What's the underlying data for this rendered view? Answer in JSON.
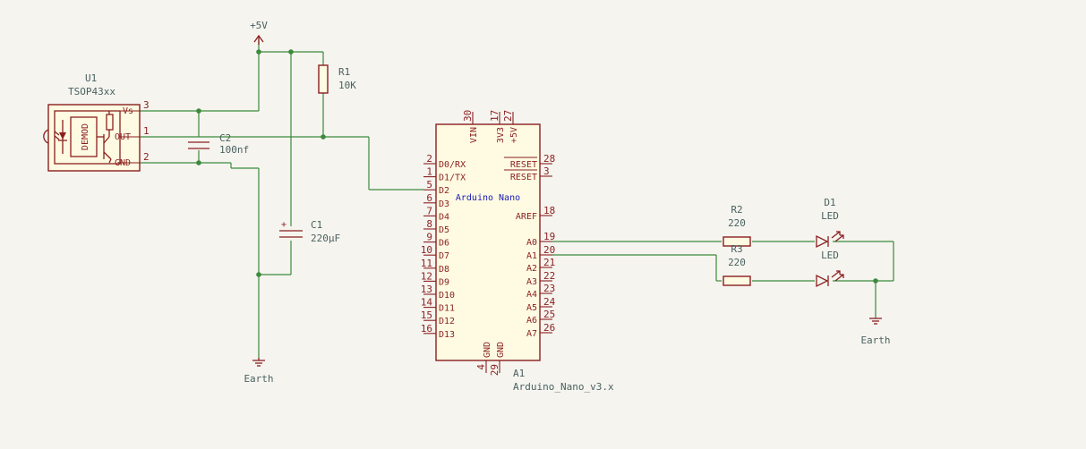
{
  "power": {
    "vcc_label": "+5V",
    "ground_left_label": "Earth",
    "ground_right_label": "Earth"
  },
  "u1": {
    "ref": "U1",
    "value": "TSOP43xx",
    "block_text": "DEMOD",
    "pins": {
      "vs_num": "3",
      "vs_name": "Vs",
      "out_num": "1",
      "out_name": "OUT",
      "gnd_num": "2",
      "gnd_name": "GND"
    }
  },
  "r1": {
    "ref": "R1",
    "value": "10K"
  },
  "c2": {
    "ref": "C2",
    "value": "100nf"
  },
  "c1": {
    "ref": "C1",
    "value": "220µF",
    "polarity": "+"
  },
  "arduino": {
    "ref": "A1",
    "value": "Arduino_Nano_v3.x",
    "title": "Arduino Nano",
    "top_pins": [
      {
        "num": "30",
        "name": "VIN"
      },
      {
        "num": "17",
        "name": "3V3"
      },
      {
        "num": "27",
        "name": "+5V"
      }
    ],
    "left_pins": [
      {
        "num": "2",
        "name": "D0/RX"
      },
      {
        "num": "1",
        "name": "D1/TX"
      },
      {
        "num": "5",
        "name": "D2"
      },
      {
        "num": "6",
        "name": "D3"
      },
      {
        "num": "7",
        "name": "D4"
      },
      {
        "num": "8",
        "name": "D5"
      },
      {
        "num": "9",
        "name": "D6"
      },
      {
        "num": "10",
        "name": "D7"
      },
      {
        "num": "11",
        "name": "D8"
      },
      {
        "num": "12",
        "name": "D9"
      },
      {
        "num": "13",
        "name": "D10"
      },
      {
        "num": "14",
        "name": "D11"
      },
      {
        "num": "15",
        "name": "D12"
      },
      {
        "num": "16",
        "name": "D13"
      }
    ],
    "right_pins": [
      {
        "num": "28",
        "name": "RESET"
      },
      {
        "num": "3",
        "name": "RESET"
      },
      {
        "num": "18",
        "name": "AREF"
      },
      {
        "num": "19",
        "name": "A0"
      },
      {
        "num": "20",
        "name": "A1"
      },
      {
        "num": "21",
        "name": "A2"
      },
      {
        "num": "22",
        "name": "A3"
      },
      {
        "num": "23",
        "name": "A4"
      },
      {
        "num": "24",
        "name": "A5"
      },
      {
        "num": "25",
        "name": "A6"
      },
      {
        "num": "26",
        "name": "A7"
      }
    ],
    "bottom_pins": [
      {
        "num": "4",
        "name": "GND"
      },
      {
        "num": "29",
        "name": "GND"
      }
    ]
  },
  "r2": {
    "ref": "R2",
    "value": "220"
  },
  "r3": {
    "ref": "R3",
    "value": "220"
  },
  "d1": {
    "ref": "D1",
    "value": "LED"
  },
  "d2": {
    "value": "LED"
  },
  "colors": {
    "wire": "#3c8a3c",
    "symbol": "#8b1f1f",
    "body_fill": "#fefbe2",
    "label": "#4a6260",
    "title": "#1b1bb5"
  }
}
